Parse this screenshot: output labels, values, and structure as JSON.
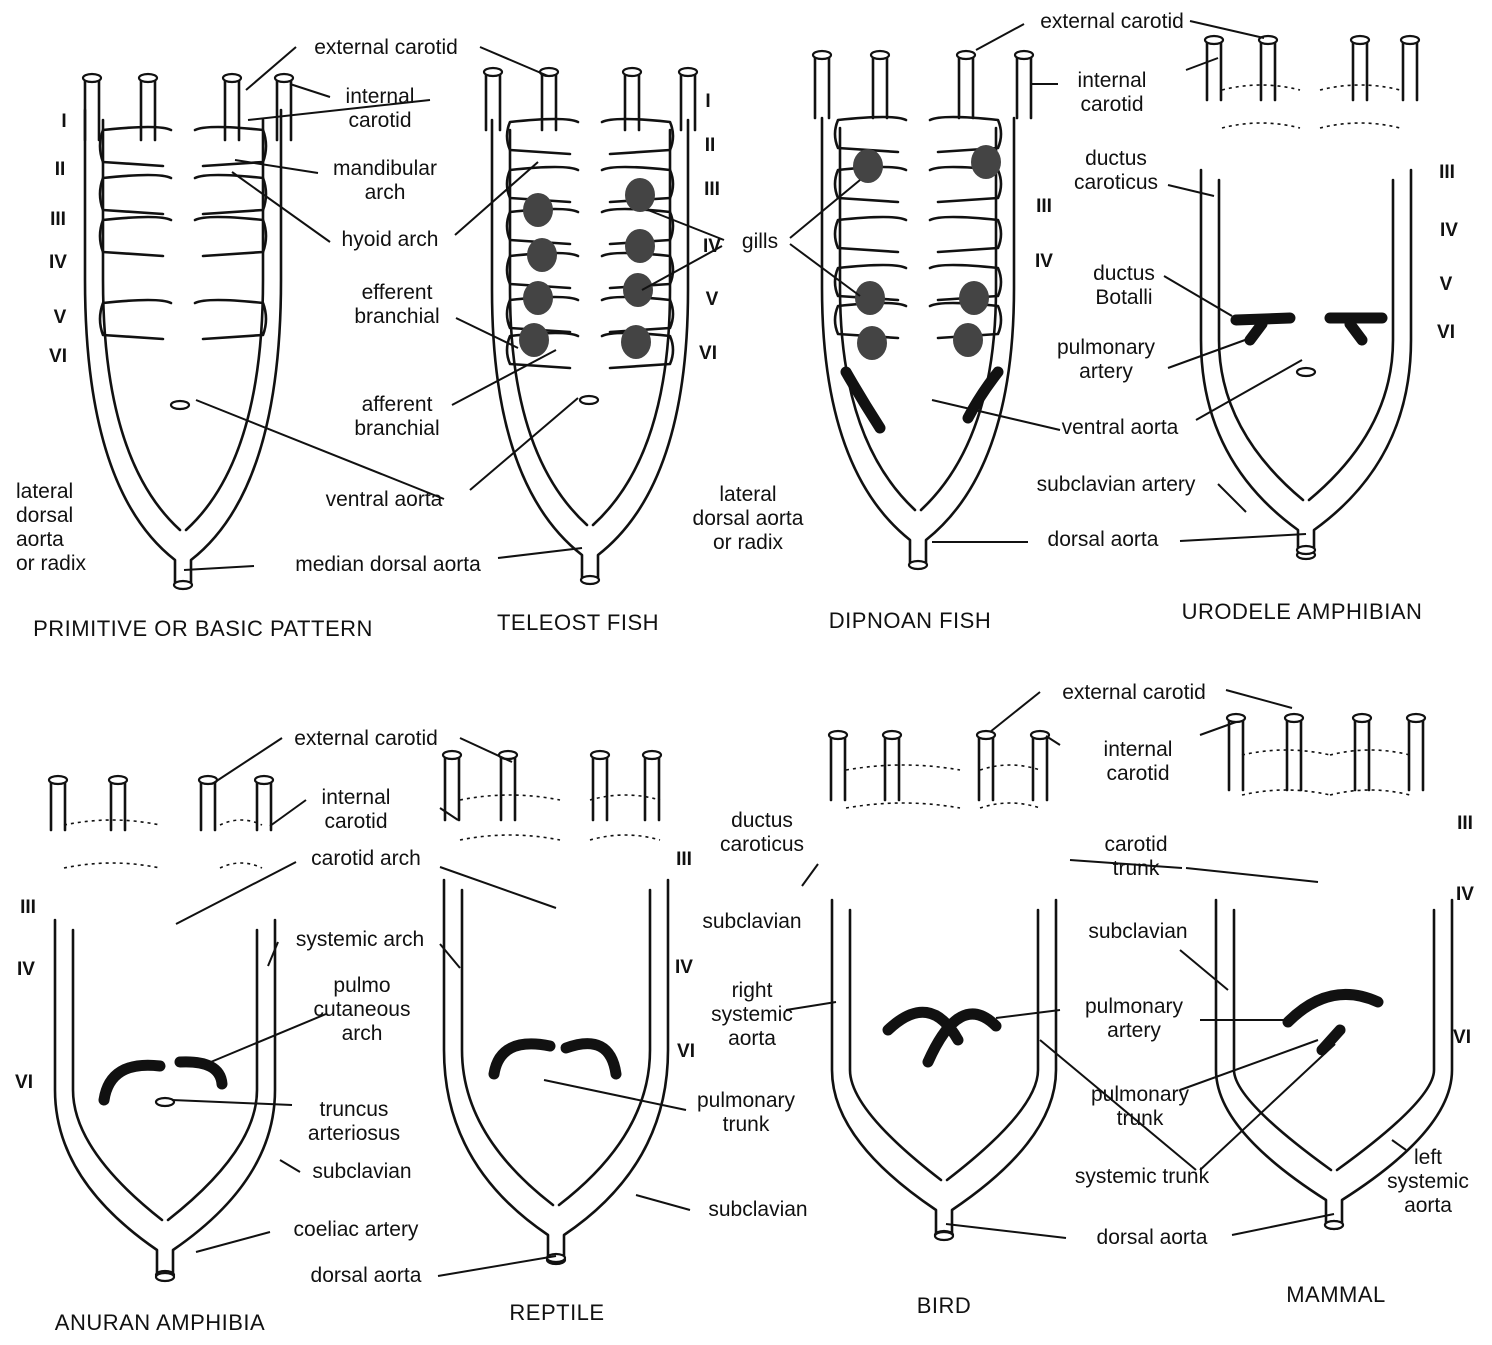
{
  "figure": {
    "panels": [
      {
        "id": "primitive",
        "caption": "PRIMITIVE OR BASIC PATTERN",
        "arches": [
          "I",
          "II",
          "III",
          "IV",
          "V",
          "VI"
        ]
      },
      {
        "id": "teleost",
        "caption": "TELEOST FISH",
        "arches": [
          "I",
          "II",
          "III",
          "IV",
          "V",
          "VI"
        ]
      },
      {
        "id": "dipnoan",
        "caption": "DIPNOAN FISH",
        "arches": [
          "III",
          "IV"
        ]
      },
      {
        "id": "urodele",
        "caption": "URODELE AMPHIBIAN",
        "arches": [
          "III",
          "IV",
          "V",
          "VI"
        ]
      },
      {
        "id": "anuran",
        "caption": "ANURAN AMPHIBIA",
        "arches": [
          "III",
          "IV",
          "VI"
        ]
      },
      {
        "id": "reptile",
        "caption": "REPTILE",
        "arches": [
          "III",
          "IV",
          "VI"
        ]
      },
      {
        "id": "bird",
        "caption": "BIRD",
        "arches": []
      },
      {
        "id": "mammal",
        "caption": "MAMMAL",
        "arches": [
          "III",
          "IV",
          "VI"
        ]
      }
    ],
    "labels": {
      "ext_carotid_1": "external carotid",
      "int_carotid_1": "internal\ncarotid",
      "mandibular_arch": "mandibular\narch",
      "hyoid_arch": "hyoid arch",
      "efferent_branchial": "efferent\nbranchial",
      "afferent_branchial": "afferent\nbranchial",
      "gills": "gills",
      "ventral_aorta_1": "ventral aorta",
      "lateral_dorsal_1": "lateral\ndorsal\naorta\nor radix",
      "median_dorsal_aorta": "median dorsal aorta",
      "lateral_dorsal_2": "lateral\ndorsal aorta\nor radix",
      "ext_carotid_2": "external carotid",
      "int_carotid_2": "internal\ncarotid",
      "ductus_caroticus_1": "ductus\ncaroticus",
      "ductus_botalli": "ductus\nBotalli",
      "pulmonary_artery_1": "pulmonary\nartery",
      "ventral_aorta_2": "ventral aorta",
      "subclavian_artery": "subclavian artery",
      "dorsal_aorta_1": "dorsal aorta",
      "ext_carotid_3": "external carotid",
      "int_carotid_3": "internal\ncarotid",
      "carotid_arch": "carotid arch",
      "systemic_arch": "systemic arch",
      "pulmo_cutaneous": "pulmo\ncutaneous\narch",
      "truncus": "truncus\narteriosus",
      "subclavian_1": "subclavian",
      "coeliac": "coeliac artery",
      "dorsal_aorta_2": "dorsal aorta",
      "ductus_caroticus_2": "ductus\ncaroticus",
      "subclavian_2": "subclavian",
      "right_systemic": "right\nsystemic\naorta",
      "pulmonary_trunk_1": "pulmonary\ntrunk",
      "subclavian_3": "subclavian",
      "ext_carotid_4": "external carotid",
      "int_carotid_4": "internal\ncarotid",
      "carotid_trunk": "carotid\ntrunk",
      "subclavian_4": "subclavian",
      "pulmonary_artery_2": "pulmonary\nartery",
      "pulmonary_trunk_2": "pulmonary\ntrunk",
      "systemic_trunk": "systemic trunk",
      "dorsal_aorta_3": "dorsal aorta",
      "left_systemic": "left\nsystemic\naorta"
    }
  }
}
